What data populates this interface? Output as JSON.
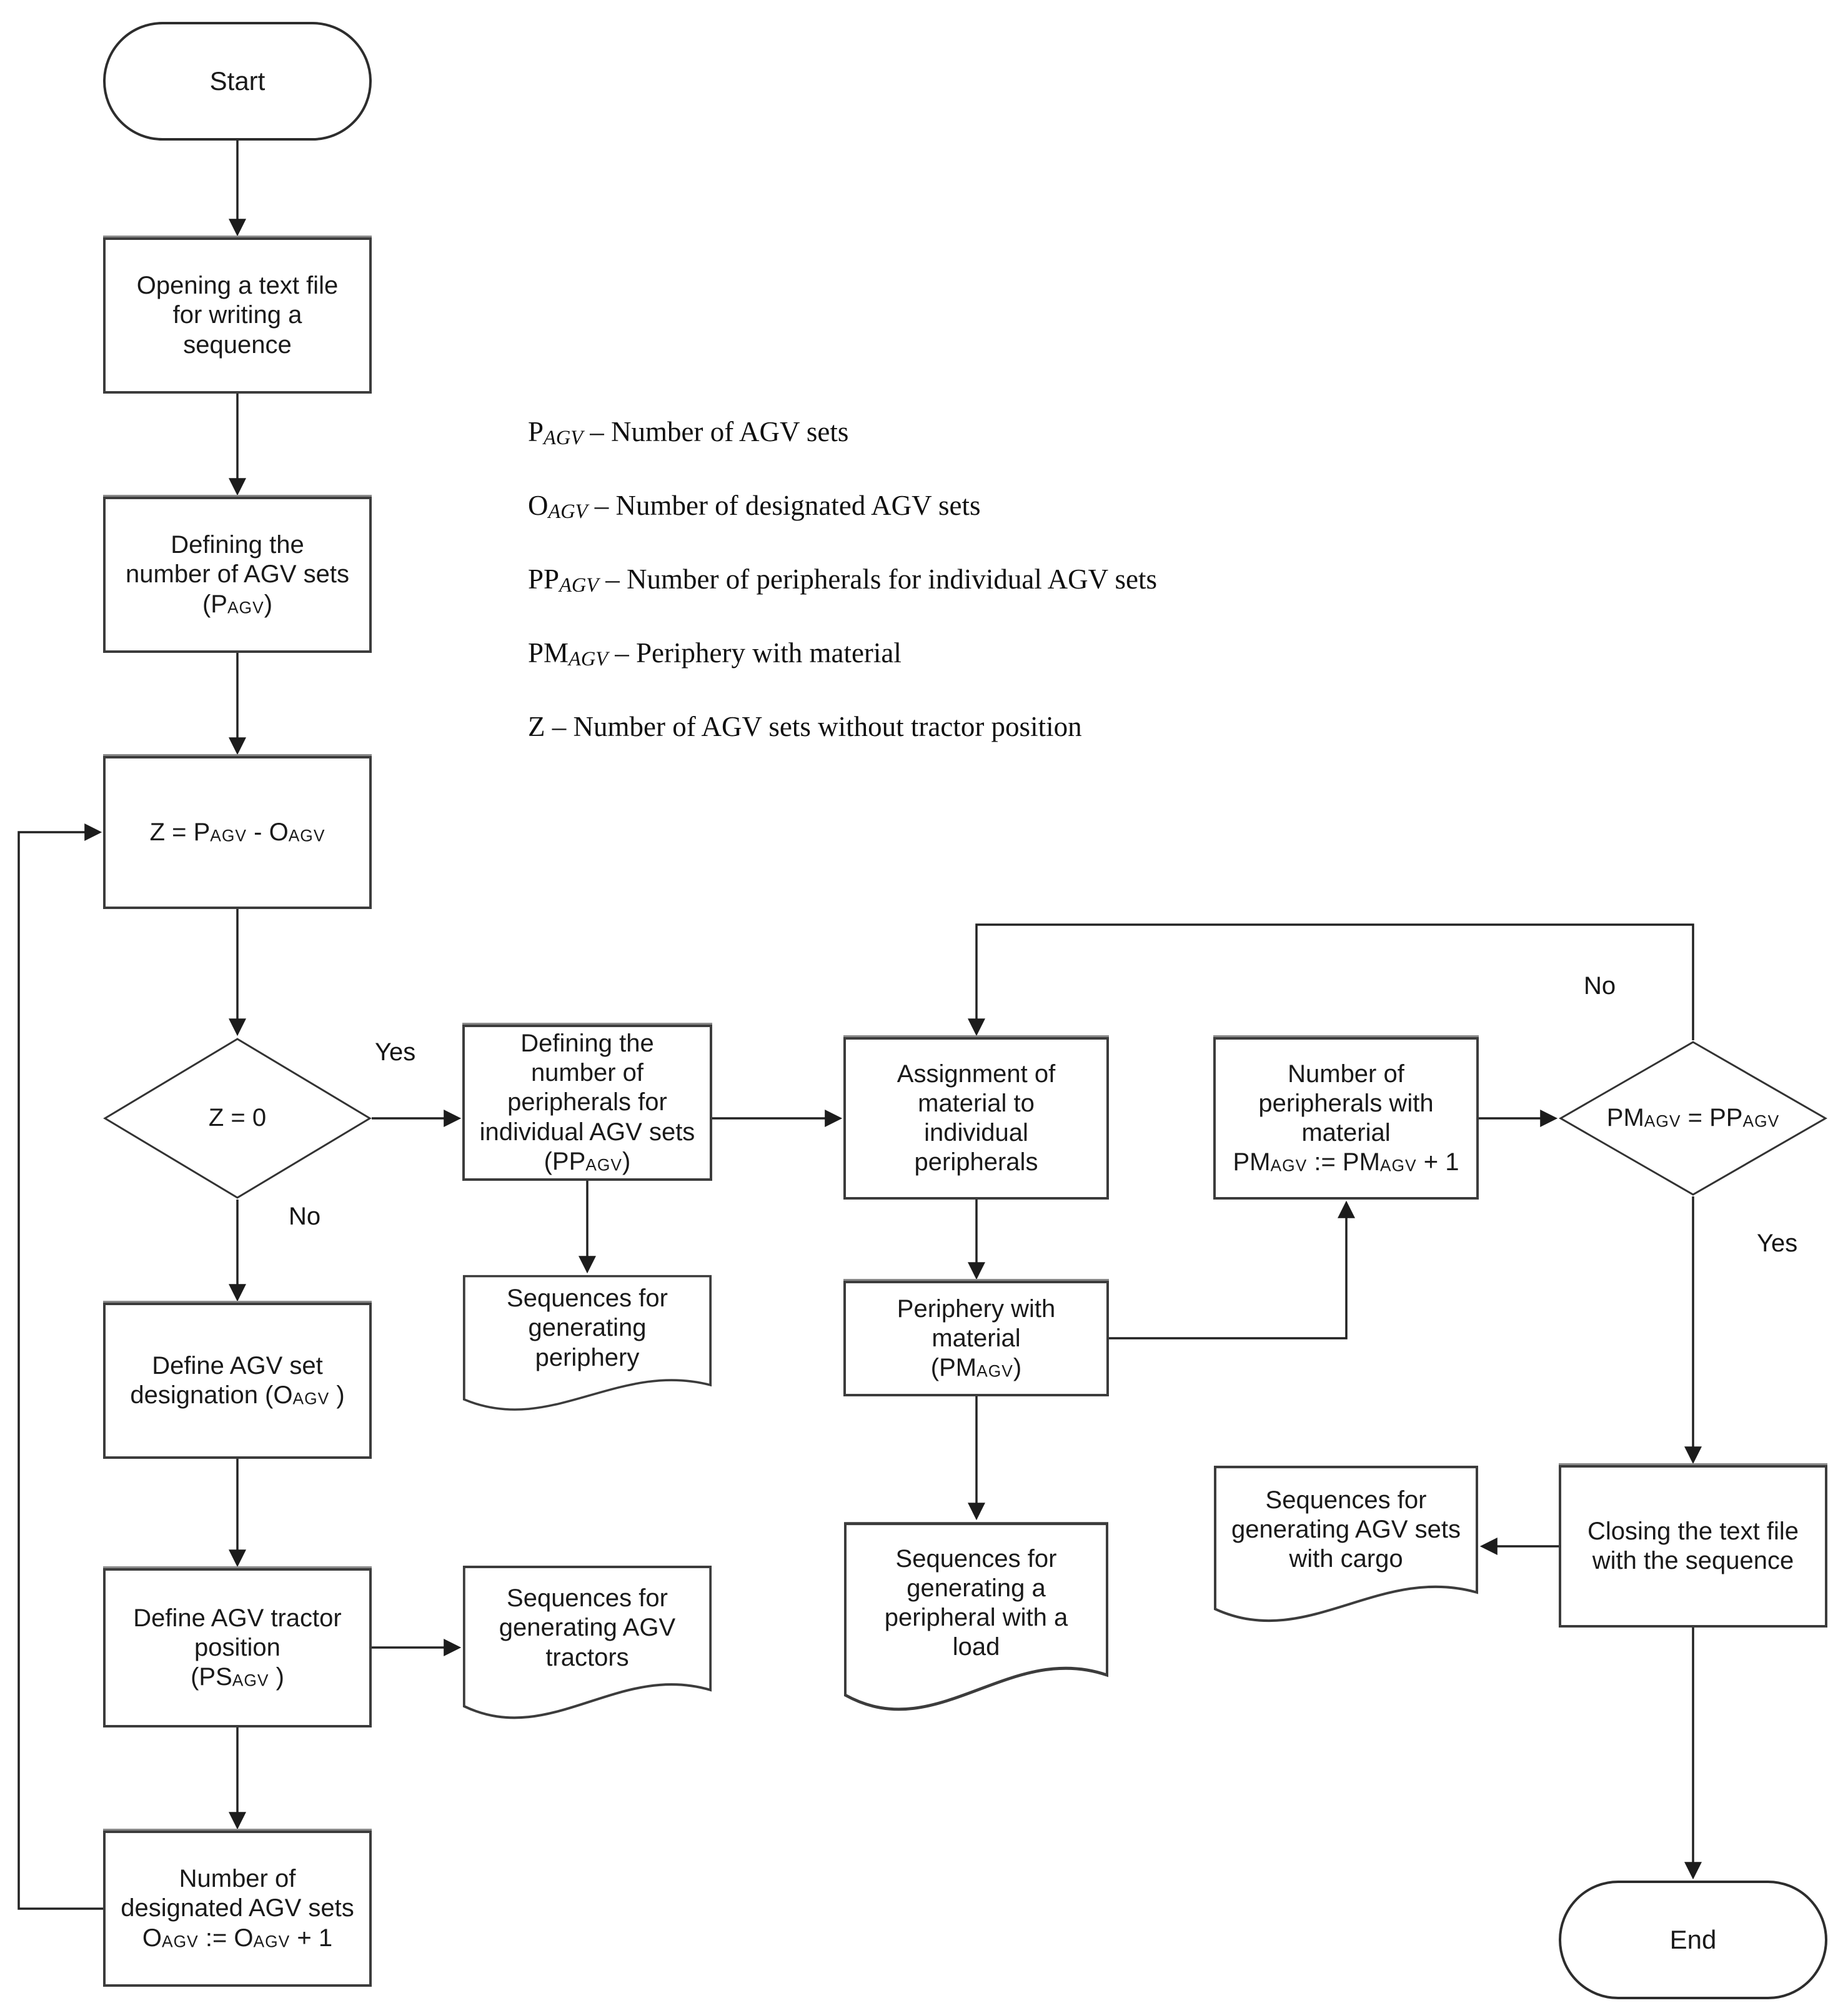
{
  "figure": {
    "type": "flowchart",
    "background": "#ffffff",
    "line_color": "#222222",
    "border_color": "#3c3c3c",
    "text_color": "#1a1a1a"
  },
  "nodes": {
    "start": {
      "shape": "terminator",
      "label": "Start"
    },
    "open_file": {
      "shape": "process",
      "label": "Opening a text file\nfor writing a\nsequence"
    },
    "define_sets": {
      "shape": "process",
      "label": "Defining the\nnumber of AGV sets\n(P~AGV~)"
    },
    "compute_z": {
      "shape": "process",
      "label": "Z = P~AGV~ - O~AGV~"
    },
    "z_zero": {
      "shape": "decision",
      "label": "Z = 0"
    },
    "define_designation": {
      "shape": "process",
      "label": "Define AGV set\ndesignation (O~AGV~ )"
    },
    "define_tractor": {
      "shape": "process",
      "label": "Define AGV tractor\nposition\n(PS~AGV~ )"
    },
    "increment_designated": {
      "shape": "process",
      "label": "Number of\ndesignated AGV sets\nO~AGV~ := O~AGV~ + 1"
    },
    "define_peripherals": {
      "shape": "process",
      "label": "Defining the\nnumber of\nperipherals for\nindividual AGV sets\n(PP~AGV~)"
    },
    "doc_periphery": {
      "shape": "document",
      "label": "Sequences for\ngenerating\nperiphery"
    },
    "doc_tractors": {
      "shape": "document",
      "label": "Sequences for\ngenerating AGV\ntractors"
    },
    "assign_material": {
      "shape": "process",
      "label": "Assignment of\nmaterial to\nindividual\nperipherals"
    },
    "periphery_material": {
      "shape": "process",
      "label": "Periphery with\nmaterial\n(PM~AGV~)"
    },
    "doc_peripheral_load": {
      "shape": "document",
      "label": "Sequences for\ngenerating a\nperipheral with a\nload"
    },
    "increment_pm": {
      "shape": "process",
      "label": "Number of\nperipherals with\nmaterial\nPM~AGV~ := PM~AGV~ + 1"
    },
    "pm_equals_pp": {
      "shape": "decision",
      "label": "PM~AGV~ = PP~AGV~"
    },
    "doc_cargo": {
      "shape": "document",
      "label": "Sequences for\ngenerating AGV sets\nwith cargo"
    },
    "close_file": {
      "shape": "process",
      "label": "Closing the text file\nwith the sequence"
    },
    "end": {
      "shape": "terminator",
      "label": "End"
    }
  },
  "edge_labels": {
    "z_zero_yes": "Yes",
    "z_zero_no": "No",
    "pm_no": "No",
    "pm_yes": "Yes"
  },
  "legend": {
    "items": [
      "P~AGV~ – Number of AGV sets",
      "O~AGV~ – Number of designated AGV sets",
      "PP~AGV~ – Number of peripherals for individual AGV sets",
      "PM~AGV~ – Periphery with material",
      "Z – Number of AGV sets without tractor position"
    ]
  }
}
